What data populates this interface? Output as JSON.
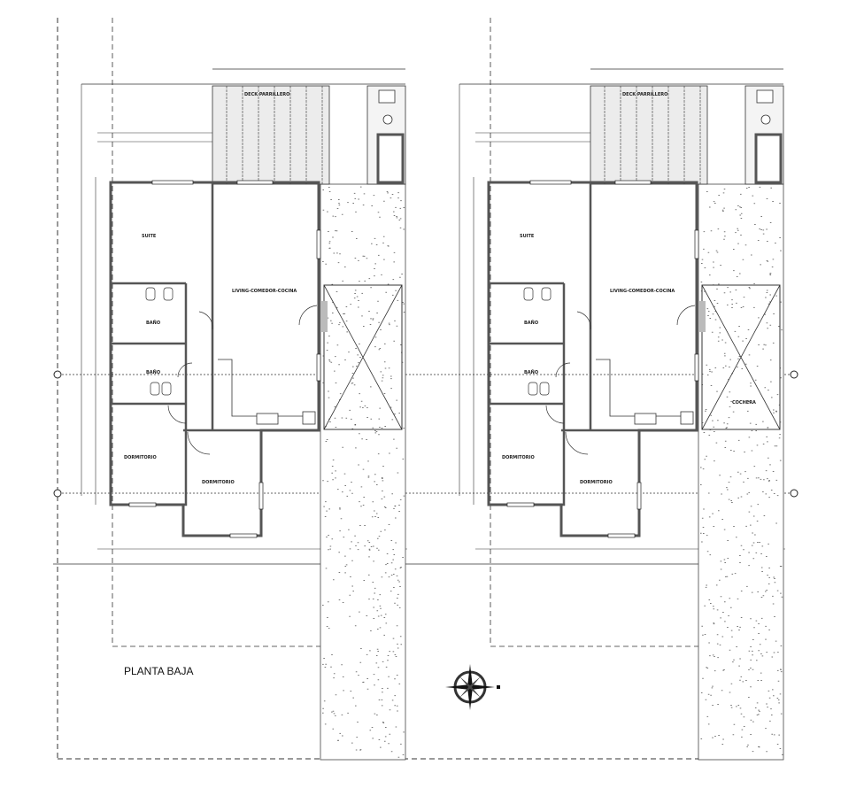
{
  "drawing": {
    "title": "PLANTA BAJA",
    "units": [
      {
        "rooms": {
          "deck": "DECK PARRILLERO",
          "suite": "SUITE",
          "living": "LIVING-COMEDOR-COCINA",
          "bath1": "BAÑO",
          "bath2": "BAÑO",
          "dorm1": "DORMITORIO",
          "dorm2": "DORMITORIO",
          "garage": ""
        }
      },
      {
        "rooms": {
          "deck": "DECK PARRILLERO",
          "suite": "SUITE",
          "living": "LIVING-COMEDOR-COCINA",
          "bath1": "BAÑO",
          "bath2": "BAÑO",
          "dorm1": "DORMITORIO",
          "dorm2": "DORMITORIO",
          "garage": "COCHERA"
        }
      }
    ],
    "compass_icon": "north-arrow-compass-rose",
    "colors": {
      "wall": "#555555",
      "line": "#333333",
      "deck_fill": "#ececec"
    }
  }
}
